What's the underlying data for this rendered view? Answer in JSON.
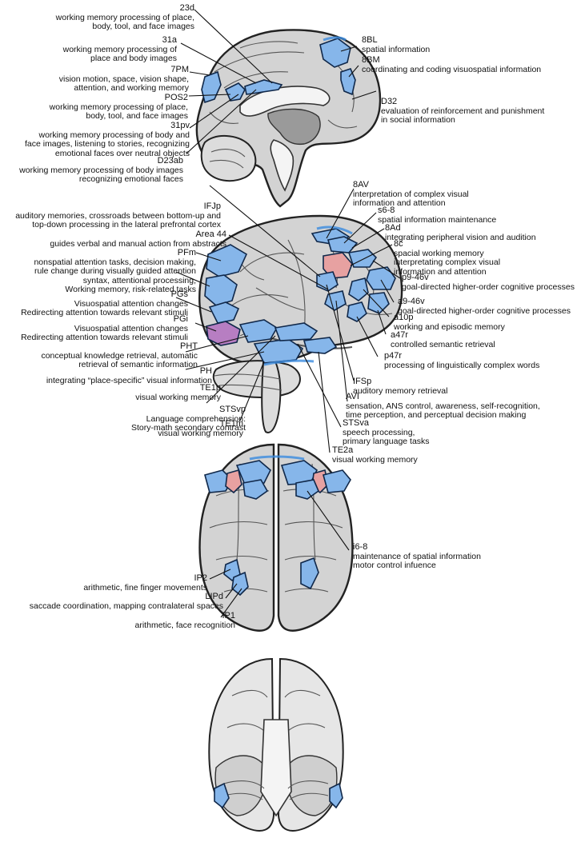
{
  "colors": {
    "roi_blue": "#86b6ea",
    "roi_pink": "#e7a1a1",
    "roi_purple": "#b77ec2",
    "cortex": "#d3d3d3"
  },
  "medial": {
    "23d": {
      "code": "23d",
      "lines": [
        "working memory processing of place,",
        "body, tool, and face images"
      ]
    },
    "31a": {
      "code": "31a",
      "lines": [
        "working memory processing of",
        "place and body images"
      ]
    },
    "7PM": {
      "code": "7PM",
      "lines": [
        "vision motion, space, vision shape,",
        "attention, and working memory"
      ]
    },
    "POS2": {
      "code": "POS2",
      "lines": [
        "working memory processing of place,",
        "body, tool, and face images"
      ]
    },
    "31pv": {
      "code": "31pv",
      "lines": [
        "working memory processing of body and",
        "face images, listening to stories, recognizing",
        "emotional faces over neutral objects"
      ]
    },
    "D23ab": {
      "code": "D23ab",
      "lines": [
        "working memory processing of body images",
        "recognizing emotional faces"
      ]
    },
    "8BL": {
      "code": "8BL",
      "lines": [
        "spatial information"
      ]
    },
    "8BM": {
      "code": "8BM",
      "lines": [
        "coordinating and coding visuospatial information"
      ]
    },
    "D32": {
      "code": "D32",
      "lines": [
        "evaluation of reinforcement and punishment",
        "in social information"
      ]
    }
  },
  "lateral": {
    "IFJp": {
      "code": "IFJp",
      "lines": [
        "auditory memories, crossroads between bottom-up and",
        "top-down processing in the lateral prefrontal cortex"
      ]
    },
    "Area44": {
      "code": "Area 44",
      "lines": [
        "guides verbal and manual action from abstracts"
      ]
    },
    "PFm": {
      "code": "PFm",
      "lines": [
        "nonspatial attention tasks, decision making,",
        "rule change during visually guided attention",
        "syntax,  attentional processing,",
        "Working memory, risk-related tasks"
      ]
    },
    "PGs": {
      "code": "PGs",
      "lines": [
        "Visuospatial attention changes",
        "Redirecting attention towards relevant stimuli"
      ]
    },
    "PGi": {
      "code": "PGi",
      "lines": [
        "Visuospatial attention changes",
        "Redirecting attention towards relevant stimuli"
      ]
    },
    "PHT": {
      "code": "PHT",
      "lines": [
        "conceptual knowledge retrieval, automatic",
        "retrieval of semantic information"
      ]
    },
    "PH": {
      "code": "PH",
      "lines": [
        "integrating “place-specific” visual information"
      ]
    },
    "TE1p": {
      "code": "TE1p",
      "lines": [
        "visual working memory"
      ]
    },
    "STSvp": {
      "code": "STSvp",
      "lines": [
        "Language comprehension:",
        "Story-math secondary contrast"
      ]
    },
    "TE1m": {
      "code": "TE1m",
      "lines": [
        "visual working memory"
      ]
    },
    "8AV": {
      "code": "8AV",
      "lines": [
        "interpretation of complex visual",
        "information and attention"
      ]
    },
    "s6-8": {
      "code": "s6-8",
      "lines": [
        "spatial information maintenance"
      ]
    },
    "8Ad": {
      "code": "8Ad",
      "lines": [
        "integrating peripheral vision and audition"
      ]
    },
    "8c": {
      "code": "8c",
      "lines": [
        "spacial working memory",
        "interpretating complex visual",
        "information and attention"
      ]
    },
    "p9-46v": {
      "code": "p9-46v",
      "lines": [
        "goal-directed higher-order cognitive processes"
      ]
    },
    "a9-46v": {
      "code": "a9-46v",
      "lines": [
        "goal-directed higher-order cognitive processes"
      ]
    },
    "a10p": {
      "code": "a10p",
      "lines": [
        "working and episodic memory"
      ]
    },
    "a47r": {
      "code": "a47r",
      "lines": [
        "controlled semantic retrieval"
      ]
    },
    "p47r": {
      "code": "p47r",
      "lines": [
        "processing of linguistically complex words"
      ]
    },
    "IFSp": {
      "code": "IFSp",
      "lines": [
        "auditory memory retrieval"
      ]
    },
    "AVI": {
      "code": "AVI",
      "lines": [
        "sensation, ANS control, awareness, self-recognition,",
        "time perception, and perceptual decision making"
      ]
    },
    "STSva": {
      "code": "STSva",
      "lines": [
        "speech processing,",
        "primary language tasks"
      ]
    },
    "TE2a": {
      "code": "TE2a",
      "lines": [
        "visual working memory"
      ]
    }
  },
  "dorsal": {
    "i6-8": {
      "code": "i6-8",
      "lines": [
        "maintenance of spatial information",
        "motor control infuence"
      ]
    },
    "IP2": {
      "code": "IP2",
      "lines": [
        "arithmetic, fine finger movements"
      ]
    },
    "LIPd": {
      "code": "LIPd",
      "lines": [
        "saccade coordination, mapping contralateral spaces"
      ]
    },
    "IP1": {
      "code": "IP1",
      "lines": [
        "arithmetic, face recognition"
      ]
    }
  }
}
